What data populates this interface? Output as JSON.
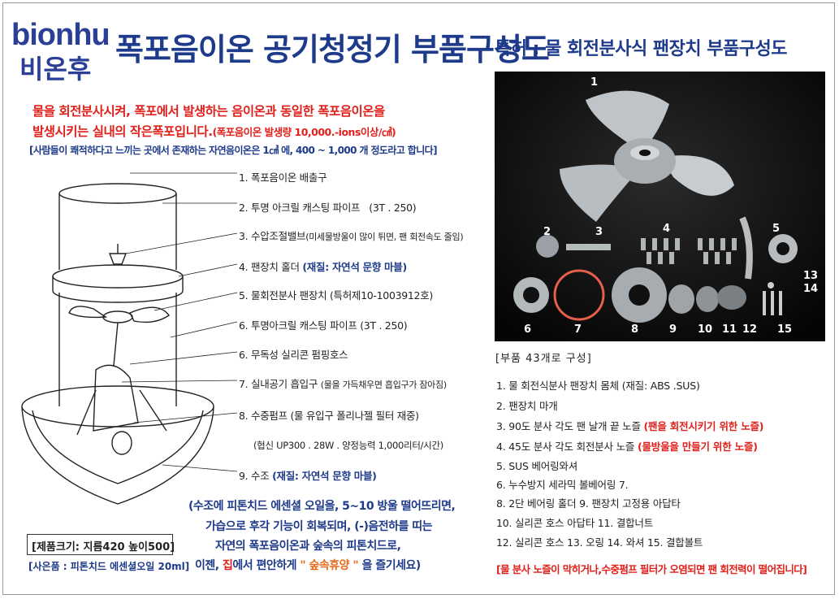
{
  "logo": {
    "en": "bionhu",
    "ko": "비온후"
  },
  "title": "폭포음이온 공기청정기 부품구성도",
  "patent_title": "특허 : 물 회전분사식 팬장치 부품구성도",
  "intro": {
    "line1": "물을 회전분사시켜, 폭포에서 발생하는 음이온과  동일한 폭포음이온을",
    "line2_main": "발생시키는 실내의 작은폭포입니다.",
    "line2_small": "(폭포음이온 발생량 10,000.-ions이상/㎤)",
    "line3": "[사람들이 쾌적하다고 느끼는 곳에서 존재하는 자연음이온은 1㎤ 에,  400 ~ 1,000 개 정도라고 합니다]"
  },
  "labels": [
    {
      "text": "1. 폭포음이온 배출구",
      "extra": ""
    },
    {
      "text": "2. 투명 아크릴 캐스팅 파이프",
      "extra": "(3T . 250)"
    },
    {
      "text": "3. 수압조절밸브",
      "extra": "(미세물방울이 많이 튀면, 팬 회전속도 줄임)"
    },
    {
      "text": "4. 팬장치 홀더",
      "extra": "(재질: 자연석 문향  마블)"
    },
    {
      "text": "5. 물회전분사 팬장치 (특허제10-1003912호)",
      "extra": ""
    },
    {
      "text": "6. 투명아크릴 캐스팅 파이프 (3T . 250)",
      "extra": ""
    },
    {
      "text": "6. 무독성 실리콘 펌핑호스",
      "extra": ""
    },
    {
      "text": "7. 실내공기 흡입구",
      "extra": "(물을 가득채우면 흡입구가 잠아짐)"
    },
    {
      "text": "8. 수중펌프 (물 유입구 폴리나젤 필터 재중)",
      "extra": ""
    },
    {
      "text": "(협신 UP300 . 28W . 양정능력 1,000리터/시간)",
      "extra": ""
    },
    {
      "text": "9. 수조",
      "extra": "(재질: 자연석 문향 마블)"
    }
  ],
  "bottom_text": {
    "line1": "(수조에 피톤치드 에센셜 오일을, 5~10 방울 떨어뜨리면,",
    "line2": "가습으로 후각 기능이 회복되며, (-)음전하를 띠는",
    "line3": "자연의 폭포음이온과 숲속의 피톤치드로,",
    "line4_a": "이젠, ",
    "line4_b": "집",
    "line4_c": "에서 편안하게 ",
    "line4_d": "\" 숲속휴양 \"",
    "line4_e": " 을  즐기세요)"
  },
  "spec": "[제품크기: 지름420  높이500]",
  "sample": "[사은품 : 피톤치드 에센셜오일 20ml]",
  "photo_numbers": [
    "1",
    "2",
    "3",
    "4",
    "5",
    "6",
    "7",
    "8",
    "9",
    "10",
    "11",
    "12",
    "13",
    "14",
    "15"
  ],
  "parts_header": "[부품 43개로 구성]",
  "parts": [
    {
      "text": "1.  물 회전식분사 팬장치 몸체 (재질: ABS .SUS)",
      "red": ""
    },
    {
      "text": "2.  팬장치 마개",
      "red": ""
    },
    {
      "text": "3.  90도 분사 각도 팬 날개 끝 노즐",
      "red": "(팬을 회전시키기 위한 노즐)"
    },
    {
      "text": "4.  45도 분사 각도 회전분사 노즐",
      "red": "(물방울을 만들기 위한 노즐)"
    },
    {
      "text": "5.  SUS  베어링와셔",
      "red": ""
    },
    {
      "text": "6.  누수방지 세라믹  볼베어링   7.",
      "red": ""
    },
    {
      "text": "8. 2단 베어링 홀더   9.  팬장치 고정용 아답타",
      "red": ""
    },
    {
      "text": "10.  실리콘 호스 아답타    11.  결합너트",
      "red": ""
    },
    {
      "text": "12.  실리콘 호스    13. 오링     14. 와셔      15.  결합볼트",
      "red": ""
    }
  ],
  "warning": "[물 분사 노즐이 막히거나,수중펌프 필터가 오염되면 팬 회전력이 떨어집니다]"
}
